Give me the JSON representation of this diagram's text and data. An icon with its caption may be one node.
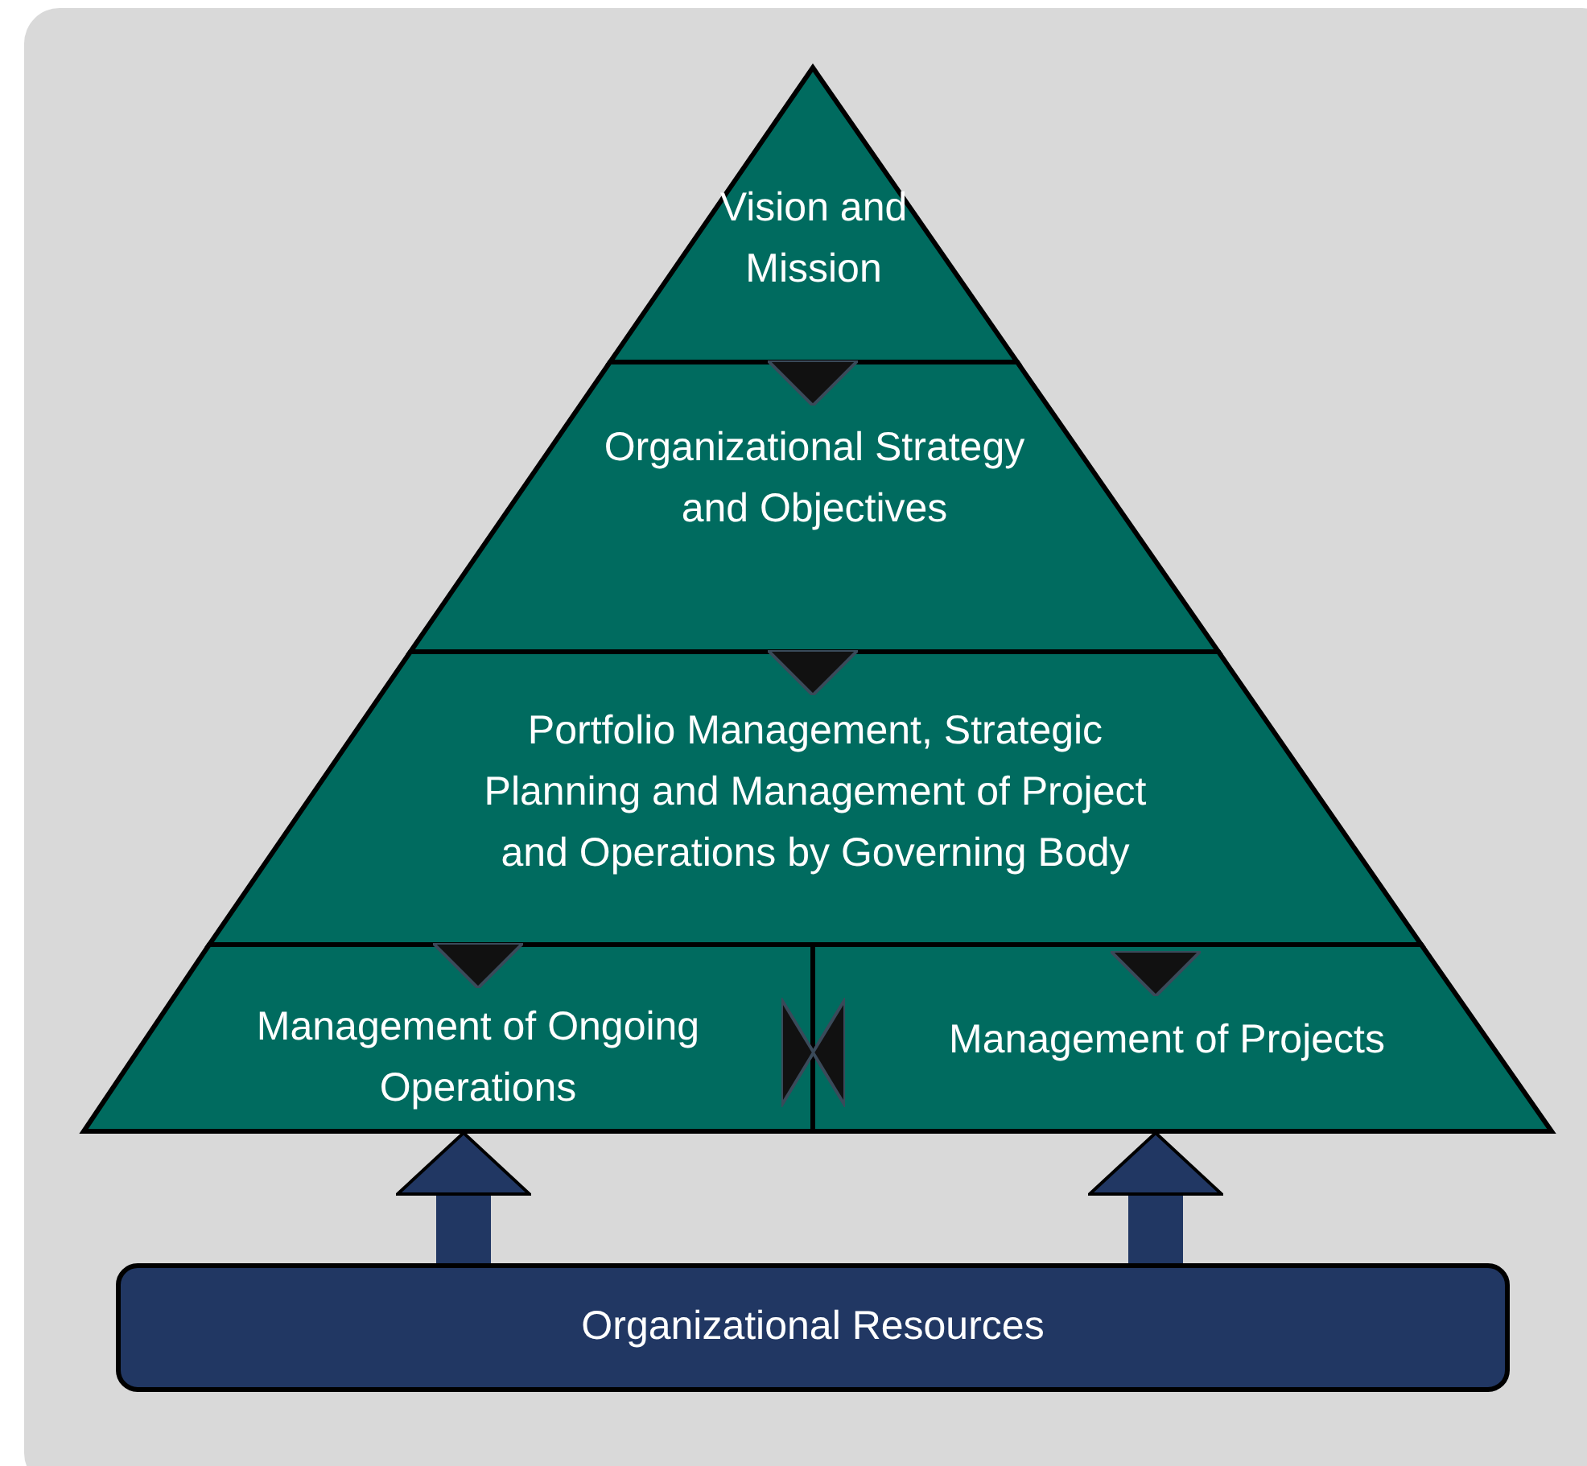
{
  "diagram": {
    "nodes": [
      {
        "text": [
          "Vision and Mission"
        ]
      },
      {
        "text": [
          "Organizational Strategy and Objectives"
        ]
      },
      {
        "text": [
          "Portfolio Management, Strategic Planning and Management of Project and Operations by Governing Body"
        ]
      },
      {
        "text": [
          "Management of Ongoing Operations"
        ]
      },
      {
        "text": [
          "Management of Projects"
        ]
      },
      {
        "text": [
          "Organizational Resources"
        ]
      }
    ],
    "edges": [
      {
        "from": 0,
        "to": 1,
        "arrow": "to"
      },
      {
        "from": 1,
        "to": 2,
        "arrow": "to"
      },
      {
        "from": 2,
        "to": 3,
        "arrow": "to"
      },
      {
        "from": 2,
        "to": 4,
        "arrow": "to"
      },
      {
        "from": 3,
        "to": 4,
        "arrow": "both"
      },
      {
        "from": 5,
        "to": 3,
        "arrow": "to",
        "style": "thick",
        "color": "#213763"
      },
      {
        "from": 5,
        "to": 4,
        "arrow": "to",
        "style": "thick",
        "color": "#213763"
      }
    ]
  }
}
